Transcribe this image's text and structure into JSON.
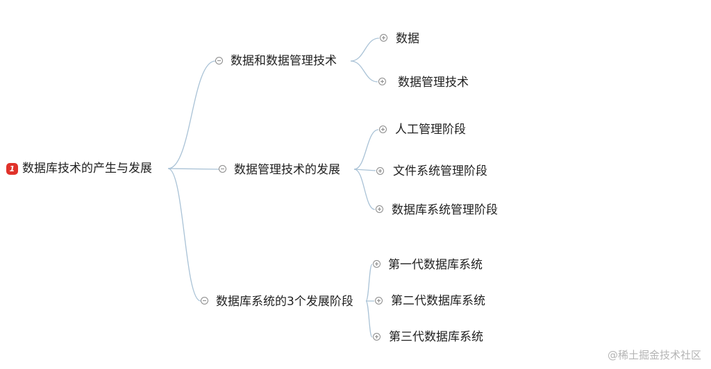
{
  "root": {
    "badge": "1",
    "label": "数据库技术的产生与发展"
  },
  "branches": [
    {
      "label": "数据和数据管理技术",
      "children": [
        "数据",
        "数据管理技术"
      ]
    },
    {
      "label": "数据管理技术的发展",
      "children": [
        "人工管理阶段",
        "文件系统管理阶段",
        "数据库系统管理阶段"
      ]
    },
    {
      "label": "数据库系统的3个发展阶段",
      "children": [
        "第一代数据库系统",
        "第二代数据库系统",
        "第三代数据库系统"
      ]
    }
  ],
  "colors": {
    "connector": "#a9c2d6",
    "toggle": "#8a8a8a",
    "badge": "#e0322a",
    "watermark": "#b4b4b4"
  },
  "watermark": "@稀土掘金技术社区"
}
